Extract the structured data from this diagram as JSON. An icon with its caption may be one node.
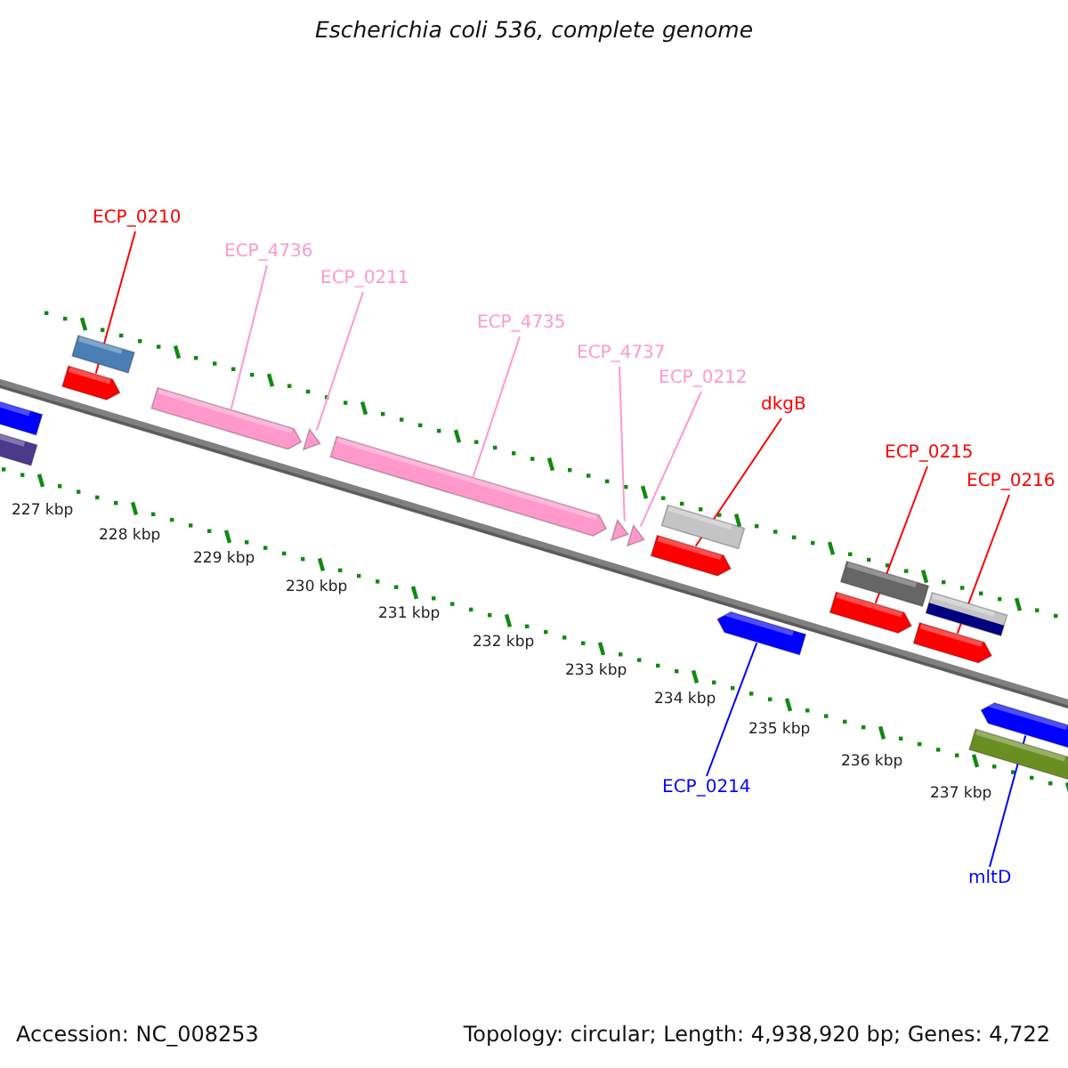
{
  "diagram": {
    "title": "Escherichia coli 536, complete genome",
    "nodes": [
      {
        "text": [
          "ECP_0210"
        ]
      },
      {
        "text": [
          "ECP_4736"
        ]
      },
      {
        "text": [
          "ECP_0211"
        ]
      },
      {
        "text": [
          "ECP_4735"
        ]
      },
      {
        "text": [
          "ECP_4737"
        ]
      },
      {
        "text": [
          "ECP_0212"
        ]
      },
      {
        "text": [
          "dkgB"
        ]
      },
      {
        "text": [
          "ECP_0215"
        ]
      },
      {
        "text": [
          "ECP_0216"
        ]
      },
      {
        "text": [
          "ECP_0214"
        ]
      },
      {
        "text": [
          "mltD"
        ]
      },
      {
        "text": [],
        "shape": "bar"
      },
      {
        "text": [],
        "shape": "bar"
      },
      {
        "text": [],
        "shape": "bar"
      },
      {
        "text": [],
        "shape": "bar"
      },
      {
        "text": [],
        "shape": "bar"
      },
      {
        "text": [],
        "shape": "bar"
      },
      {
        "text": [],
        "shape": "bar"
      },
      {
        "text": [],
        "shape": "bar"
      },
      {
        "text": [],
        "shape": "bar"
      },
      {
        "text": [],
        "shape": "bar"
      },
      {
        "text": [],
        "shape": "bar"
      },
      {
        "text": [],
        "shape": "bar"
      },
      {
        "text": [],
        "shape": "bar"
      },
      {
        "text": [],
        "shape": "bar"
      },
      {
        "text": [],
        "shape": "bar"
      },
      {
        "text": [],
        "shape": "bar"
      },
      {
        "text": [],
        "shape": "bar"
      },
      {
        "text": [],
        "shape": "bar"
      }
    ],
    "edges": [
      {
        "from": 0,
        "to": 13,
        "arrow": "none",
        "color": "#ff0000"
      },
      {
        "from": 1,
        "to": 15,
        "arrow": "none"
      },
      {
        "from": 2,
        "to": 16,
        "arrow": "none"
      },
      {
        "from": 3,
        "to": 17,
        "arrow": "none"
      },
      {
        "from": 4,
        "to": 18,
        "arrow": "none"
      },
      {
        "from": 5,
        "to": 19,
        "arrow": "none"
      },
      {
        "from": 6,
        "to": 20,
        "arrow": "none",
        "color": "#ff0000"
      },
      {
        "from": 7,
        "to": 23,
        "arrow": "none",
        "color": "#ff0000"
      },
      {
        "from": 8,
        "to": 25,
        "arrow": "none",
        "color": "#ff0000"
      },
      {
        "from": 9,
        "to": 22,
        "arrow": "none",
        "color": "#0000ff"
      },
      {
        "from": 10,
        "to": 28,
        "arrow": "none",
        "color": "#0000ff"
      }
    ],
    "labels": [
      "227 kbp",
      "228 kbp",
      "229 kbp",
      "230 kbp",
      "231 kbp",
      "232 kbp",
      "233 kbp",
      "234 kbp",
      "235 kbp",
      "236 kbp",
      "237 kbp",
      "Accession: NC_008253",
      "Topology: circular; Length: 4,938,920 bp; Genes: 4,722"
    ]
  }
}
